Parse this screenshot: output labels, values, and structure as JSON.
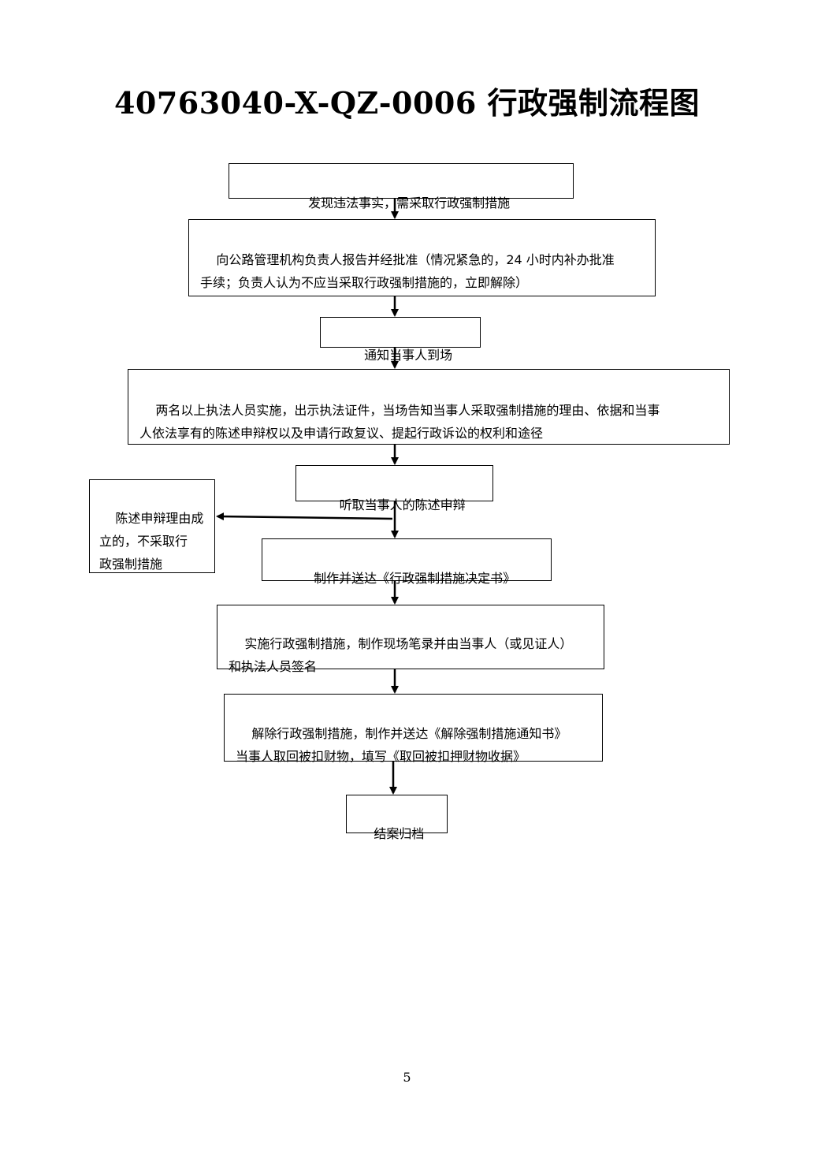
{
  "title": "40763040-X-QZ-0006 行政强制流程图",
  "steps": [
    {
      "text": "发现违法事实，需采取行政强制措施"
    },
    {
      "text": "向公路管理机构负责人报告并经批准（情况紧急的，24 小时内补办批准\n手续；负责人认为不应当采取行政强制措施的，立即解除）"
    },
    {
      "text": "通知当事人到场"
    },
    {
      "text": "两名以上执法人员实施，出示执法证件，当场告知当事人采取强制措施的理由、依据和当事\n人依法享有的陈述申辩权以及申请行政复议、提起行政诉讼的权利和途径"
    },
    {
      "text": "听取当事人的陈述申辩"
    },
    {
      "text": "制作并送达《行政强制措施决定书》"
    },
    {
      "text": "实施行政强制措施，制作现场笔录并由当事人（或见证人）\n和执法人员签名"
    },
    {
      "text": "解除行政强制措施，制作并送达《解除强制措施通知书》\n当事人取回被扣财物，填写《取回被扣押财物收据》"
    },
    {
      "text": "结案归档"
    }
  ],
  "side_branch": {
    "text": "陈述申辩理由成\n立的，不采取行\n政强制措施"
  },
  "page_number": "5"
}
